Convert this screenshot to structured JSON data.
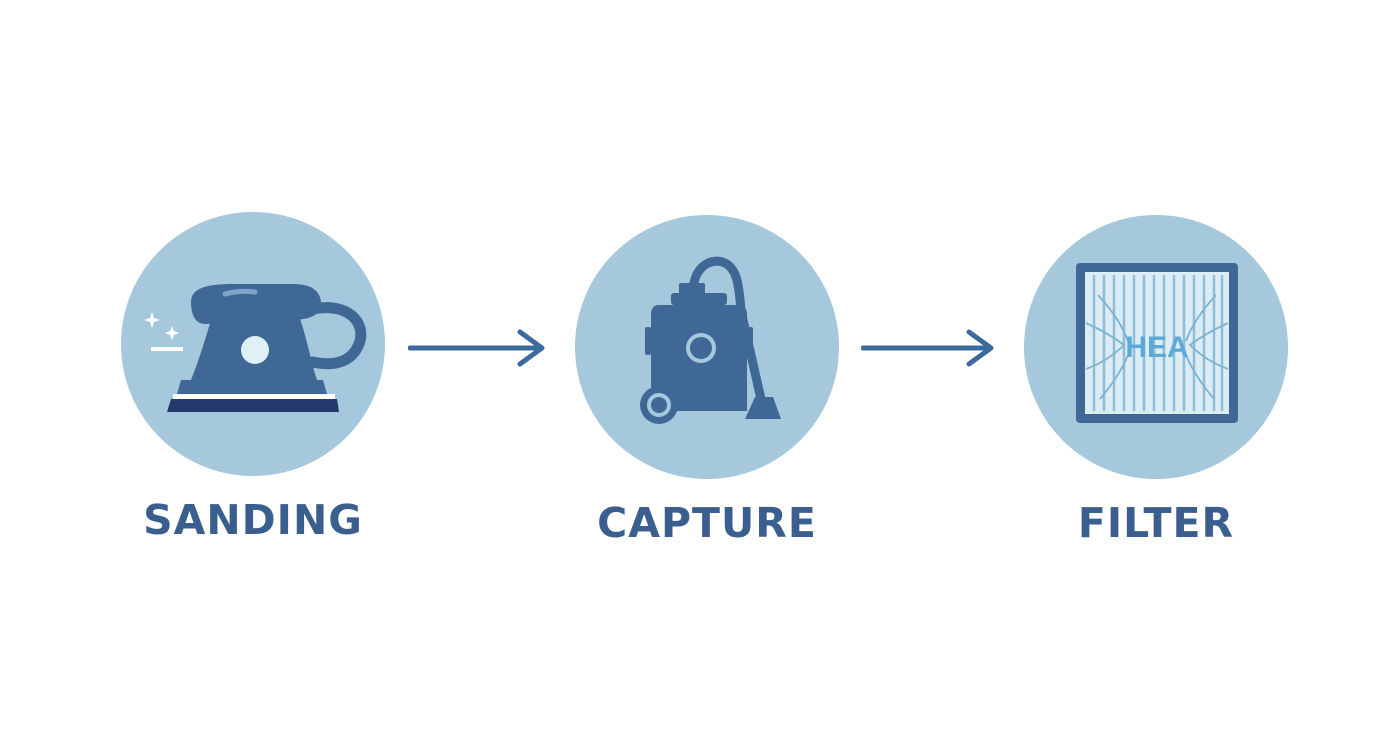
{
  "colors": {
    "circle_fill": "#a5c8dc",
    "icon_primary": "#3f6896",
    "label_text": "#3a5f8f",
    "arrow": "#3d6a9c",
    "filter_mesh": "#dcecf4",
    "filter_text": "#5aa9d6"
  },
  "steps": [
    {
      "label": "SANDING",
      "icon": "sander-icon"
    },
    {
      "label": "CAPTURE",
      "icon": "vacuum-icon"
    },
    {
      "label": "FILTER",
      "icon": "hepa-filter-icon",
      "icon_text": "HEA"
    }
  ]
}
